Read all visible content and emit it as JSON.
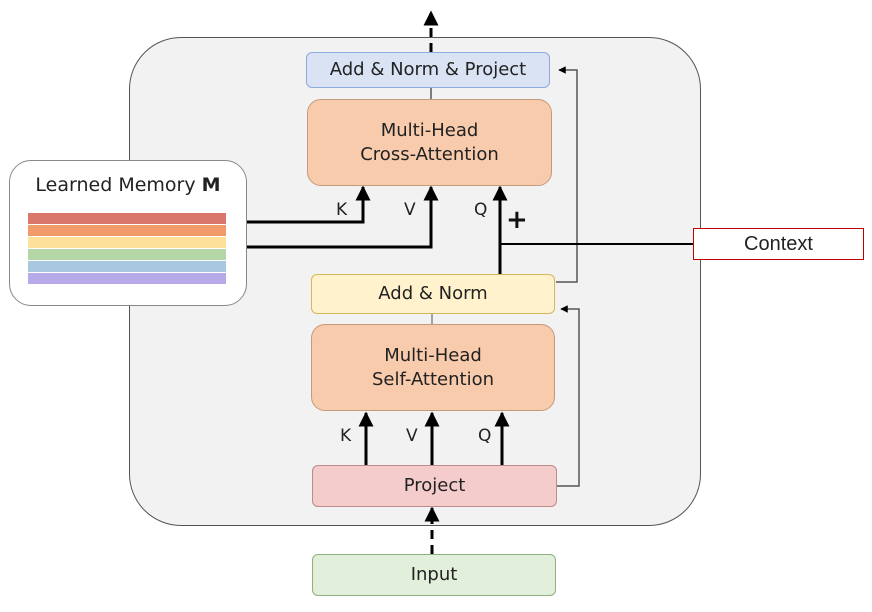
{
  "container": {
    "bg": "#f2f2f2",
    "border": "#555555"
  },
  "blocks": {
    "add_norm_project": {
      "label": "Add & Norm & Project",
      "bg": "#dae3f3",
      "border": "#8faadc"
    },
    "cross_attention": {
      "line1": "Multi-Head",
      "line2": "Cross-Attention",
      "bg": "#f8cbad",
      "border": "#c49a7c"
    },
    "add_norm": {
      "label": "Add & Norm",
      "bg": "#fff2cc",
      "border": "#d6b656"
    },
    "self_attention": {
      "line1": "Multi-Head",
      "line2": "Self-Attention",
      "bg": "#f8cbad",
      "border": "#c49a7c"
    },
    "project": {
      "label": "Project",
      "bg": "#f4cccc",
      "border": "#c08a8a"
    },
    "input": {
      "label": "Input",
      "bg": "#e2efda",
      "border": "#8fb07f"
    }
  },
  "memory": {
    "title": "Learned Memory",
    "title_bold": "M",
    "stripes": [
      "#d9776b",
      "#f19a6a",
      "#fde19a",
      "#b5d7a8",
      "#a8c8e0",
      "#b8a9e8"
    ]
  },
  "context": {
    "label": "Context",
    "border": "#c00000"
  },
  "inputs": {
    "cross": {
      "k": "K",
      "v": "V",
      "q": "Q"
    },
    "self": {
      "k": "K",
      "v": "V",
      "q": "Q"
    }
  },
  "residual_symbol": "+"
}
